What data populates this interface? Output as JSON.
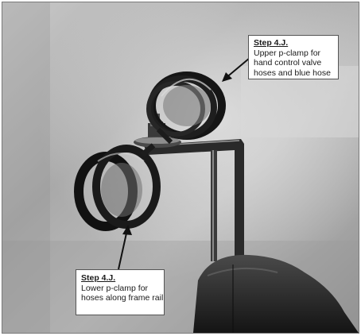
{
  "callouts": {
    "upper": {
      "heading": "Step 4.J.",
      "lines": [
        "Upper p-clamp for",
        "hand control valve",
        "hoses and blue hose"
      ]
    },
    "lower": {
      "heading": "Step 4.J.",
      "lines": [
        "Lower p-clamp for",
        "hoses along frame rail"
      ]
    }
  },
  "colors": {
    "paper": "#ffffff",
    "photo_background": "#b8b8b8",
    "metal_dark": "#1c1c1c",
    "callout_border": "#555555"
  }
}
